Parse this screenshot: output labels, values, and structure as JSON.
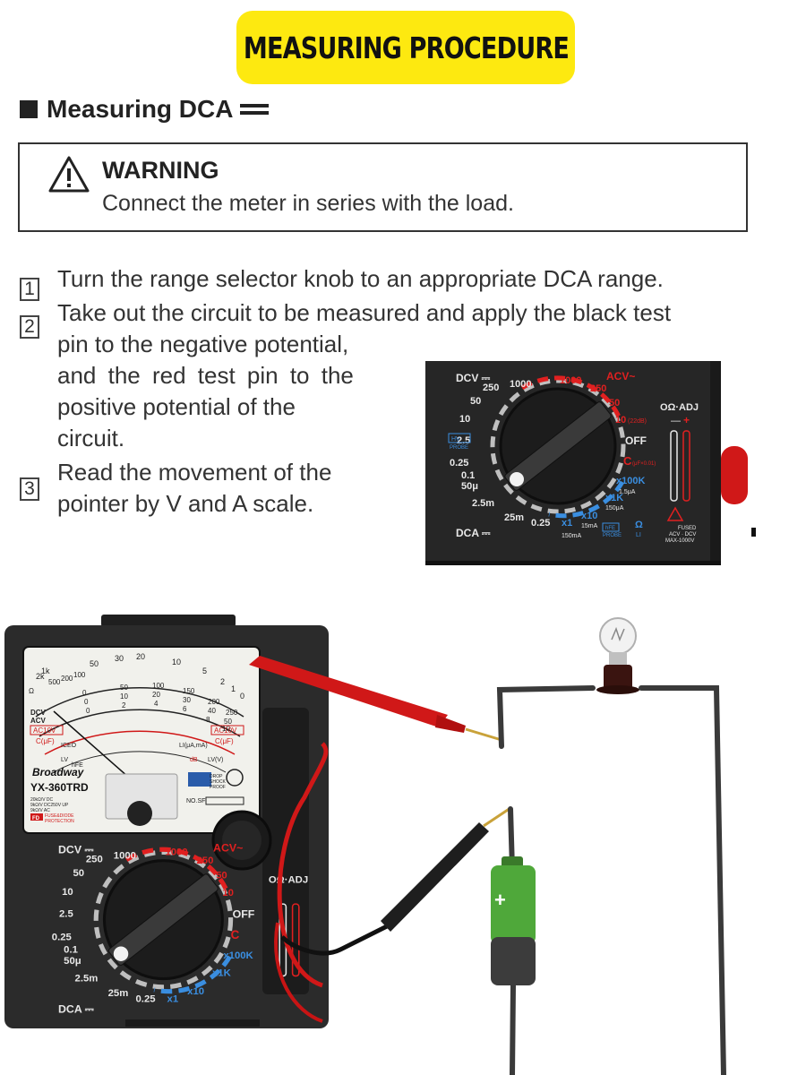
{
  "banner": {
    "title": "MEASURING PROCEDURE"
  },
  "section": {
    "heading": "Measuring DCA"
  },
  "warning": {
    "title": "WARNING",
    "text": "Connect the meter in series with the load."
  },
  "steps": [
    {
      "number": "1",
      "lines": [
        "Turn the range selector knob to an appropriate DCA range."
      ]
    },
    {
      "number": "2",
      "lines": [
        "Take out the circuit to be measured and apply the black test",
        "pin to the negative potential,",
        "and the red test pin to the",
        "positive potential of the",
        "circuit."
      ]
    },
    {
      "number": "3",
      "lines": [
        "Read the movement of the",
        "pointer by V and A scale."
      ]
    }
  ],
  "dial": {
    "dcv_label": "DCV ⎓",
    "dca_label": "DCA ⎓",
    "acv_label": "ACV~",
    "adj_label": "OΩ·ADJ",
    "pole_labels": [
      "—",
      "+"
    ],
    "off_label": "OFF",
    "cap_label": "C",
    "cap_sub": "(μF×0.01)",
    "dcv_ranges": [
      "1000",
      "250",
      "50",
      "10",
      "2.5",
      "0.25",
      "0.1"
    ],
    "hv_probe": [
      "HV",
      "PROBE"
    ],
    "acv_ranges": [
      "1000",
      "250",
      "50",
      "10"
    ],
    "db_label": "(22dB)",
    "dca_ranges": [
      "50μ",
      "2.5m",
      "25m",
      "0.25"
    ],
    "ohm_ranges": [
      "x1",
      "x10",
      "x1K",
      "x100K"
    ],
    "ohm_subs": [
      "15mA",
      "150μA",
      "1.5μA"
    ],
    "ma_label": "150mA",
    "hfe_label": "hFE",
    "probe_label": "PROBE",
    "omega_li": [
      "Ω",
      "LI"
    ],
    "fused_lines": [
      "FUSED",
      "ACV · DCV",
      "MAX-1000V"
    ]
  },
  "meter": {
    "brand": "Broadway",
    "model": "YX-360TRD",
    "spec_lines": [
      "20kΩ/V DC",
      "9kΩ/V DC250V UP",
      "9kΩ/V AC"
    ],
    "badge": "FD",
    "badge_text": [
      "FUSE&DIODE",
      "PROTECTION"
    ],
    "serial_label": "NO.SF",
    "shock_label": [
      "DROP",
      "SHOCK",
      "PROOF"
    ],
    "scale_ohm": [
      "2k",
      "1k",
      "500",
      "200",
      "100",
      "50",
      "30",
      "20",
      "10",
      "5",
      "2",
      "1",
      "0"
    ],
    "scale_v": [
      "0",
      "50",
      "100",
      "150",
      "200",
      "250"
    ],
    "scale_v2": [
      "0",
      "10",
      "20",
      "30",
      "40",
      "50"
    ],
    "scale_v3": [
      "0",
      "2",
      "4",
      "6",
      "8",
      "10"
    ],
    "labels": {
      "omega": "Ω",
      "dcv_acv": [
        "DCV",
        "ACV"
      ],
      "ac10v": "AC10V",
      "cf": "C(μF)",
      "iceo": "ICEO",
      "li": "LI(μA,mA)",
      "lv": "LV",
      "lvv": "LV(V)",
      "hfe": "hFE",
      "db": "dB"
    }
  },
  "battery": {
    "polarity": "+"
  },
  "colors": {
    "banner": "#fde910",
    "meter_body": "#2b2b2b",
    "red_lead": "#d01818",
    "battery_green": "#4fa83a",
    "accent_red": "#e02020",
    "accent_blue": "#3a8ee0"
  }
}
